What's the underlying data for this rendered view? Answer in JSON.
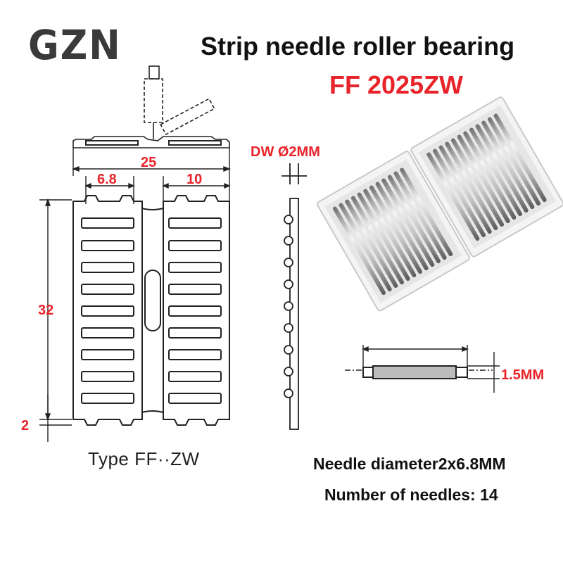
{
  "brand": {
    "logo_text": "GZN"
  },
  "header": {
    "title": "Strip needle roller bearing",
    "model": "FF 2025ZW"
  },
  "drawing": {
    "dim_width": "25",
    "dim_segment_left": "6.8",
    "dim_segment_right": "10",
    "dim_height": "32",
    "dim_offset": "2",
    "caption": "Type FF··ZW"
  },
  "side_view": {
    "dim_label": "DW Ø2MM"
  },
  "section_view": {
    "dim_label": "1.5MM"
  },
  "specs": {
    "needle_diameter": "Needle diameter2x6.8MM",
    "needle_count": "Number of needles: 14"
  },
  "colors": {
    "accent": "#e8242a",
    "text": "#111111",
    "logo": "#3a3a3a"
  }
}
